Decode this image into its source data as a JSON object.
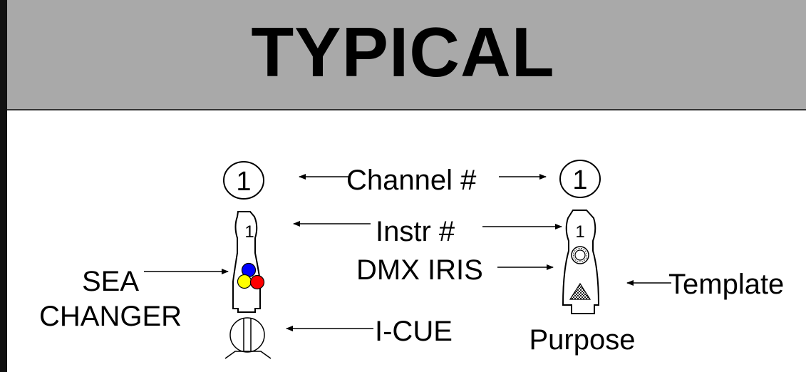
{
  "header": {
    "title": "TYPICAL"
  },
  "labels": {
    "channel": "Channel #",
    "instr": "Instr #",
    "dmx_iris": "DMX IRIS",
    "template": "Template",
    "sea": "SEA",
    "changer": "CHANGER",
    "icue": "I-CUE",
    "purpose": "Purpose"
  },
  "left_fixture": {
    "channel_number": "1",
    "instrument_number": "1"
  },
  "right_fixture": {
    "channel_number": "1",
    "instrument_number": "1"
  },
  "colors": {
    "header_bg": "#a9a9a9",
    "gel_blue": "#0000ff",
    "gel_red": "#ff0000",
    "gel_yellow": "#ffff00"
  }
}
